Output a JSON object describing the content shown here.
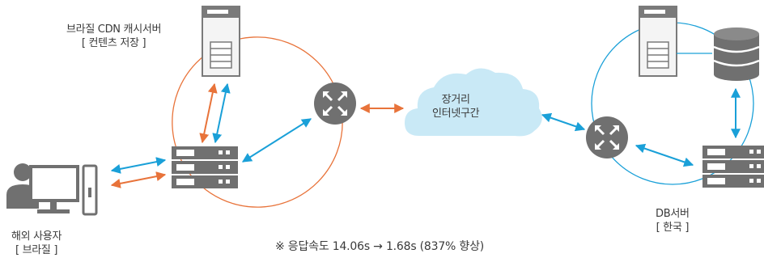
{
  "labels": {
    "cache_server_name": "브라질 CDN 캐시서버",
    "cache_server_sub": "[ 컨텐츠 저장 ]",
    "user_name": "해외 사용자",
    "user_sub": "[ 브라질 ]",
    "cloud_line1": "장거리",
    "cloud_line2": "인터넷구간",
    "db_server_name": "DB서버",
    "db_server_sub": "[ 한국 ]"
  },
  "footnote": "※ 응답속도 14.06s → 1.68s (837% 향상)",
  "colors": {
    "orange": "#e8733a",
    "blue": "#1aa0d8",
    "gray_dark": "#707070",
    "gray_light": "#cfcfcf",
    "cloud": "#c9e9f6"
  },
  "icons": [
    "user-computer-icon",
    "tower-server-icon",
    "rack-server-icon",
    "router-icon",
    "cloud-icon",
    "database-icon"
  ]
}
